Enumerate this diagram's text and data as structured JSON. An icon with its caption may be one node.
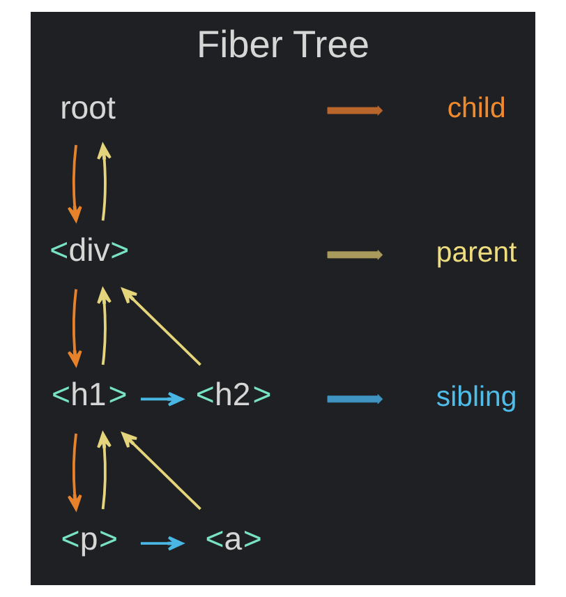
{
  "diagram": {
    "title": "Fiber Tree",
    "nodes": [
      {
        "text": [
          "root"
        ]
      },
      {
        "text": [
          "<div>"
        ]
      },
      {
        "text": [
          "<h1>"
        ]
      },
      {
        "text": [
          "<h2>"
        ]
      },
      {
        "text": [
          "<p>"
        ]
      },
      {
        "text": [
          "<a>"
        ]
      }
    ],
    "edges": [
      {
        "from": 0,
        "to": 1,
        "arrow": "to",
        "color": "#e8822a"
      },
      {
        "from": 1,
        "to": 0,
        "arrow": "to"
      },
      {
        "from": 1,
        "to": 2,
        "arrow": "to",
        "color": "#e8822a"
      },
      {
        "from": 2,
        "to": 1,
        "arrow": "to"
      },
      {
        "from": 3,
        "to": 1,
        "arrow": "to"
      },
      {
        "from": 2,
        "to": 3,
        "arrow": "to",
        "color": "#4ab6e4"
      },
      {
        "from": 2,
        "to": 4,
        "arrow": "to",
        "color": "#e8822a"
      },
      {
        "from": 4,
        "to": 2,
        "arrow": "to"
      },
      {
        "from": 5,
        "to": 2,
        "arrow": "to"
      },
      {
        "from": 4,
        "to": 5,
        "arrow": "to",
        "color": "#4ab6e4"
      }
    ],
    "legend": [
      {
        "text": "child"
      },
      {
        "text": "parent"
      },
      {
        "text": "sibling"
      }
    ]
  }
}
